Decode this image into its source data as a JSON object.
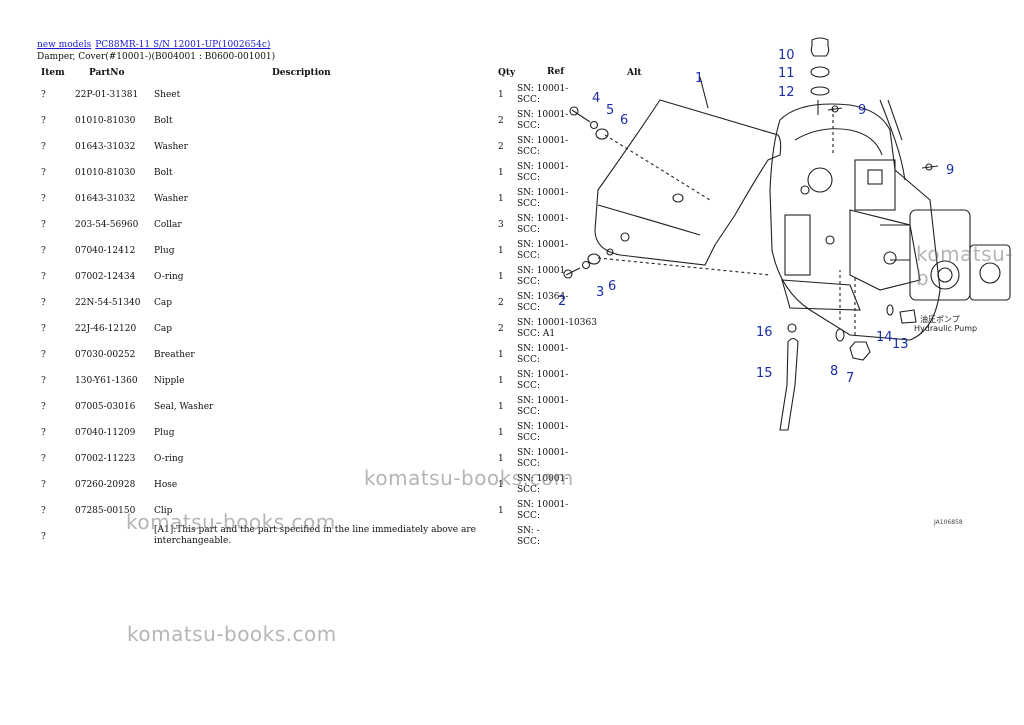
{
  "breadcrumb": {
    "link1": "new models",
    "link2": "PC88MR-11 S/N 12001-UP(1002654c)"
  },
  "subtitle": "Damper, Cover(#10001-)(B004001 : B0600-001001)",
  "columns": {
    "item": "Item",
    "partno": "PartNo",
    "description": "Description",
    "qty": "Qty",
    "ref": "Ref",
    "alt": "Alt"
  },
  "rows": [
    {
      "item": "?",
      "partno": "22P-01-31381",
      "desc": "Sheet",
      "qty": "1",
      "sn": "SN: 10001-",
      "scc": "SCC:"
    },
    {
      "item": "?",
      "partno": "01010-81030",
      "desc": "Bolt",
      "qty": "2",
      "sn": "SN: 10001-",
      "scc": "SCC:"
    },
    {
      "item": "?",
      "partno": "01643-31032",
      "desc": "Washer",
      "qty": "2",
      "sn": "SN: 10001-",
      "scc": "SCC:"
    },
    {
      "item": "?",
      "partno": "01010-81030",
      "desc": "Bolt",
      "qty": "1",
      "sn": "SN: 10001-",
      "scc": "SCC:"
    },
    {
      "item": "?",
      "partno": "01643-31032",
      "desc": "Washer",
      "qty": "1",
      "sn": "SN: 10001-",
      "scc": "SCC:"
    },
    {
      "item": "?",
      "partno": "203-54-56960",
      "desc": "Collar",
      "qty": "3",
      "sn": "SN: 10001-",
      "scc": "SCC:"
    },
    {
      "item": "?",
      "partno": "07040-12412",
      "desc": "Plug",
      "qty": "1",
      "sn": "SN: 10001-",
      "scc": "SCC:"
    },
    {
      "item": "?",
      "partno": "07002-12434",
      "desc": "O-ring",
      "qty": "1",
      "sn": "SN: 10001-",
      "scc": "SCC:"
    },
    {
      "item": "?",
      "partno": "22N-54-51340",
      "desc": "Cap",
      "qty": "2",
      "sn": "SN: 10364-",
      "scc": "SCC:"
    },
    {
      "item": "?",
      "partno": "22J-46-12120",
      "desc": "Cap",
      "qty": "2",
      "sn": "SN: 10001-10363",
      "scc": "SCC: A1"
    },
    {
      "item": "?",
      "partno": "07030-00252",
      "desc": "Breather",
      "qty": "1",
      "sn": "SN: 10001-",
      "scc": "SCC:"
    },
    {
      "item": "?",
      "partno": "130-Y61-1360",
      "desc": "Nipple",
      "qty": "1",
      "sn": "SN: 10001-",
      "scc": "SCC:"
    },
    {
      "item": "?",
      "partno": "07005-03016",
      "desc": "Seal, Washer",
      "qty": "1",
      "sn": "SN: 10001-",
      "scc": "SCC:"
    },
    {
      "item": "?",
      "partno": "07040-11209",
      "desc": "Plug",
      "qty": "1",
      "sn": "SN: 10001-",
      "scc": "SCC:"
    },
    {
      "item": "?",
      "partno": "07002-11223",
      "desc": "O-ring",
      "qty": "1",
      "sn": "SN: 10001-",
      "scc": "SCC:"
    },
    {
      "item": "?",
      "partno": "07260-20928",
      "desc": "Hose",
      "qty": "1",
      "sn": "SN: 10001-",
      "scc": "SCC:"
    },
    {
      "item": "?",
      "partno": "07285-00150",
      "desc": "Clip",
      "qty": "1",
      "sn": "SN: 10001-",
      "scc": "SCC:"
    }
  ],
  "note_row": {
    "item": "?",
    "note": "[A1]:This part and the part specified in the line immediately above are interchangeable.",
    "sn": "SN: -",
    "scc": "SCC:"
  },
  "watermark": "komatsu-books.com",
  "watermark_partial": "komatsu-b",
  "diagram": {
    "callouts": [
      "1",
      "2",
      "3",
      "4",
      "5",
      "6",
      "6",
      "7",
      "8",
      "9",
      "9",
      "10",
      "11",
      "12",
      "13",
      "14",
      "15",
      "16"
    ],
    "label_jp": "油圧ポンプ",
    "label_en": "Hydraulic Pump",
    "drawing_id": "JA106858"
  },
  "colors": {
    "link": "#1a1ad4",
    "callout": "#1a2ea8",
    "watermark": "#8a8a8a"
  }
}
